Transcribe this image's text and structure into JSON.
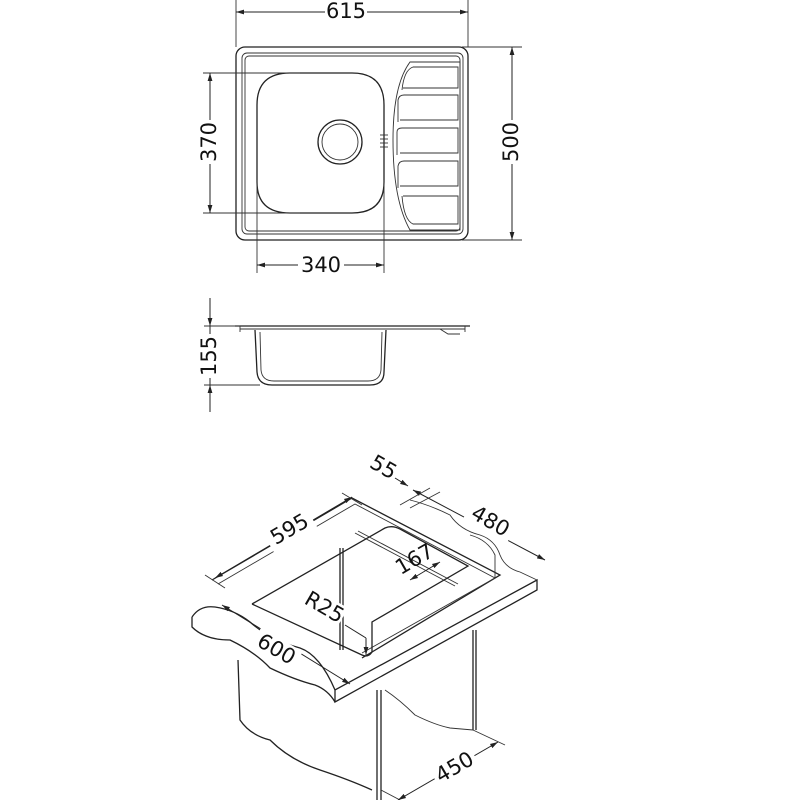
{
  "top_view": {
    "width_label": "615",
    "depth_label": "500",
    "bowl_depth_label": "370",
    "bowl_width_label": "340"
  },
  "side_view": {
    "height_label": "155"
  },
  "install_view": {
    "cutout_width_label": "595",
    "edge_offset_label": "55",
    "cutout_depth_label": "480",
    "drainboard_label": "167",
    "radius_label": "R25",
    "cabinet_width_label": "600",
    "cabinet_depth_label": "450"
  },
  "colors": {
    "line": "#222222",
    "background": "#ffffff"
  }
}
